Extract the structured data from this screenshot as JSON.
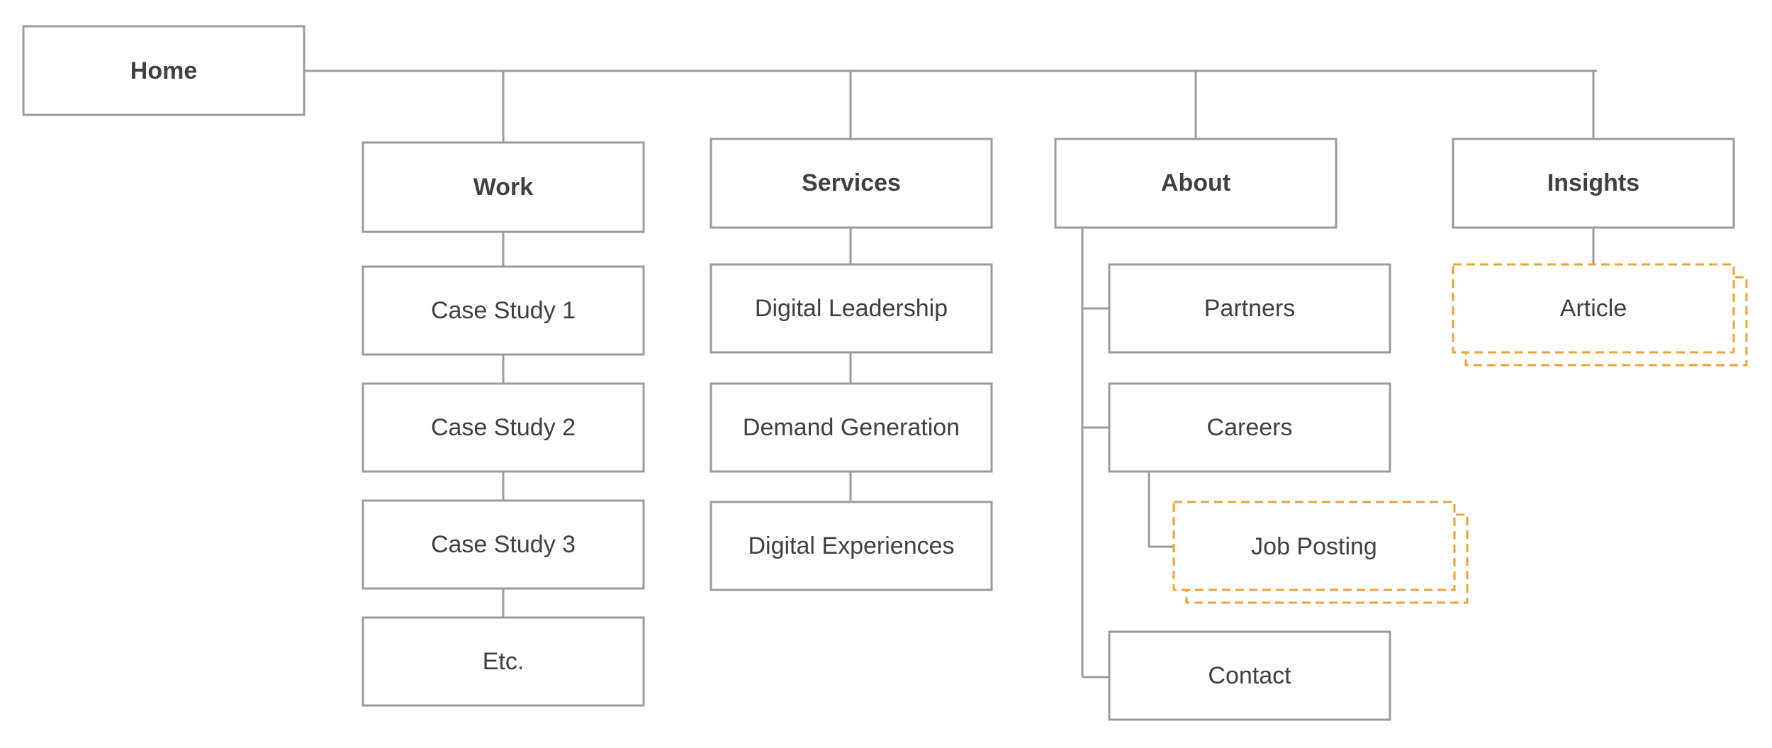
{
  "sitemap": {
    "home": "Home",
    "work": {
      "title": "Work",
      "items": [
        "Case Study 1",
        "Case Study 2",
        "Case Study 3",
        "Etc."
      ]
    },
    "services": {
      "title": "Services",
      "items": [
        "Digital Leadership",
        "Demand Generation",
        "Digital Experiences"
      ]
    },
    "about": {
      "title": "About",
      "partners": "Partners",
      "careers": "Careers",
      "job_posting": "Job Posting",
      "contact": "Contact"
    },
    "insights": {
      "title": "Insights",
      "article": "Article"
    }
  },
  "colors": {
    "box_border": "#9b9b9b",
    "dynamic_template_border": "#f0a13a",
    "text": "#404040"
  }
}
